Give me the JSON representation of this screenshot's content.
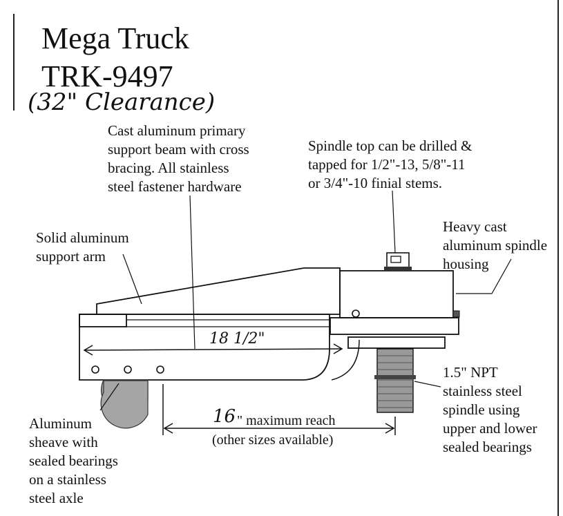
{
  "title": {
    "line1": "Mega Truck",
    "line2": "TRK-9497",
    "clearance": "(32\" Clearance)"
  },
  "callouts": {
    "primary_beam": "Cast aluminum primary\nsupport beam with cross\nbracing.  All stainless\nsteel fastener hardware",
    "spindle_top": "Spindle top can be drilled &\ntapped for 1/2\"-13, 5/8\"-11\nor 3/4\"-10 finial stems.",
    "support_arm": "Solid aluminum\nsupport arm",
    "spindle_housing": "Heavy cast\naluminum spindle\nhousing",
    "npt_spindle": "1.5\" NPT\nstainless steel\nspindle using\nupper and lower\nsealed bearings",
    "sheave": "Aluminum\nsheave with\nsealed bearings\non a stainless\nsteel axle"
  },
  "dimensions": {
    "overall_length": "18 1/2\"",
    "reach_value": "16",
    "reach_label": "\" maximum reach",
    "reach_note": "(other sizes available)"
  }
}
